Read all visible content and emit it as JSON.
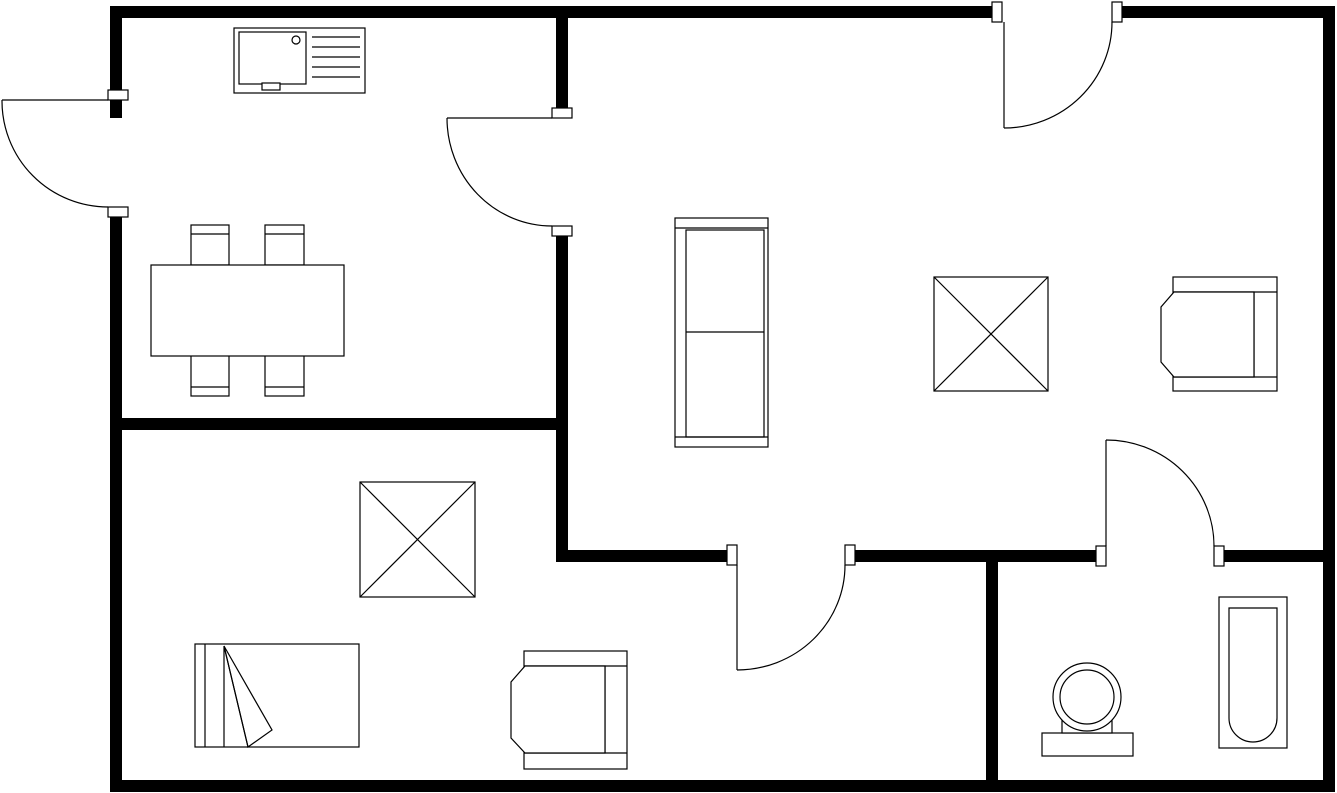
{
  "colors": {
    "wall": "#000000",
    "line": "#000000",
    "fill": "#ffffff",
    "background": "#ffffff"
  },
  "rooms": [
    {
      "id": "kitchen-dining",
      "fixtures": [
        "kitchen-sink",
        "dining-table",
        "dining-chair",
        "dining-chair",
        "dining-chair",
        "dining-chair"
      ]
    },
    {
      "id": "living-room",
      "fixtures": [
        "sofa",
        "coffee-table",
        "armchair"
      ]
    },
    {
      "id": "bedroom",
      "fixtures": [
        "side-table",
        "bed",
        "armchair"
      ]
    },
    {
      "id": "bathroom",
      "fixtures": [
        "toilet",
        "bathtub"
      ]
    }
  ],
  "doors": [
    "front-door",
    "kitchen-living-door",
    "living-top-door",
    "bedroom-door",
    "bathroom-door"
  ]
}
